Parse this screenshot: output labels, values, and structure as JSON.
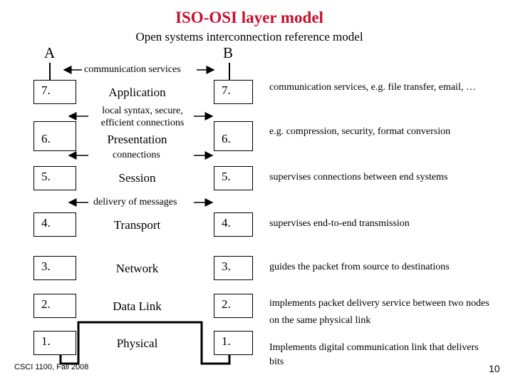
{
  "header": {
    "title": "ISO-OSI layer model",
    "subtitle": "Open systems interconnection reference model",
    "left_endpoint": "A",
    "right_endpoint": "B"
  },
  "arrow_labels": {
    "communication_services": "communication services",
    "local_syntax": "local syntax, secure, efficient connections",
    "connections": "connections",
    "delivery": "delivery of messages"
  },
  "layers": [
    {
      "number": "7.",
      "name": "Application",
      "description": "communication services, e.g. file transfer, email, …"
    },
    {
      "number": "6.",
      "name": "Presentation",
      "description": "e.g. compression, security, format conversion"
    },
    {
      "number": "5.",
      "name": "Session",
      "description": "supervises connections between end systems"
    },
    {
      "number": "4.",
      "name": "Transport",
      "description": "supervises end-to-end transmission"
    },
    {
      "number": "3.",
      "name": "Network",
      "description": "guides the packet from source to destinations"
    },
    {
      "number": "2.",
      "name": "Data Link",
      "description": "implements packet delivery service between two nodes on the same physical link"
    },
    {
      "number": "1.",
      "name": "Physical",
      "description": "Implements digital communication link that delivers bits"
    }
  ],
  "footer": {
    "course": "CSCI 1100, Fall 2008",
    "page": "10"
  }
}
